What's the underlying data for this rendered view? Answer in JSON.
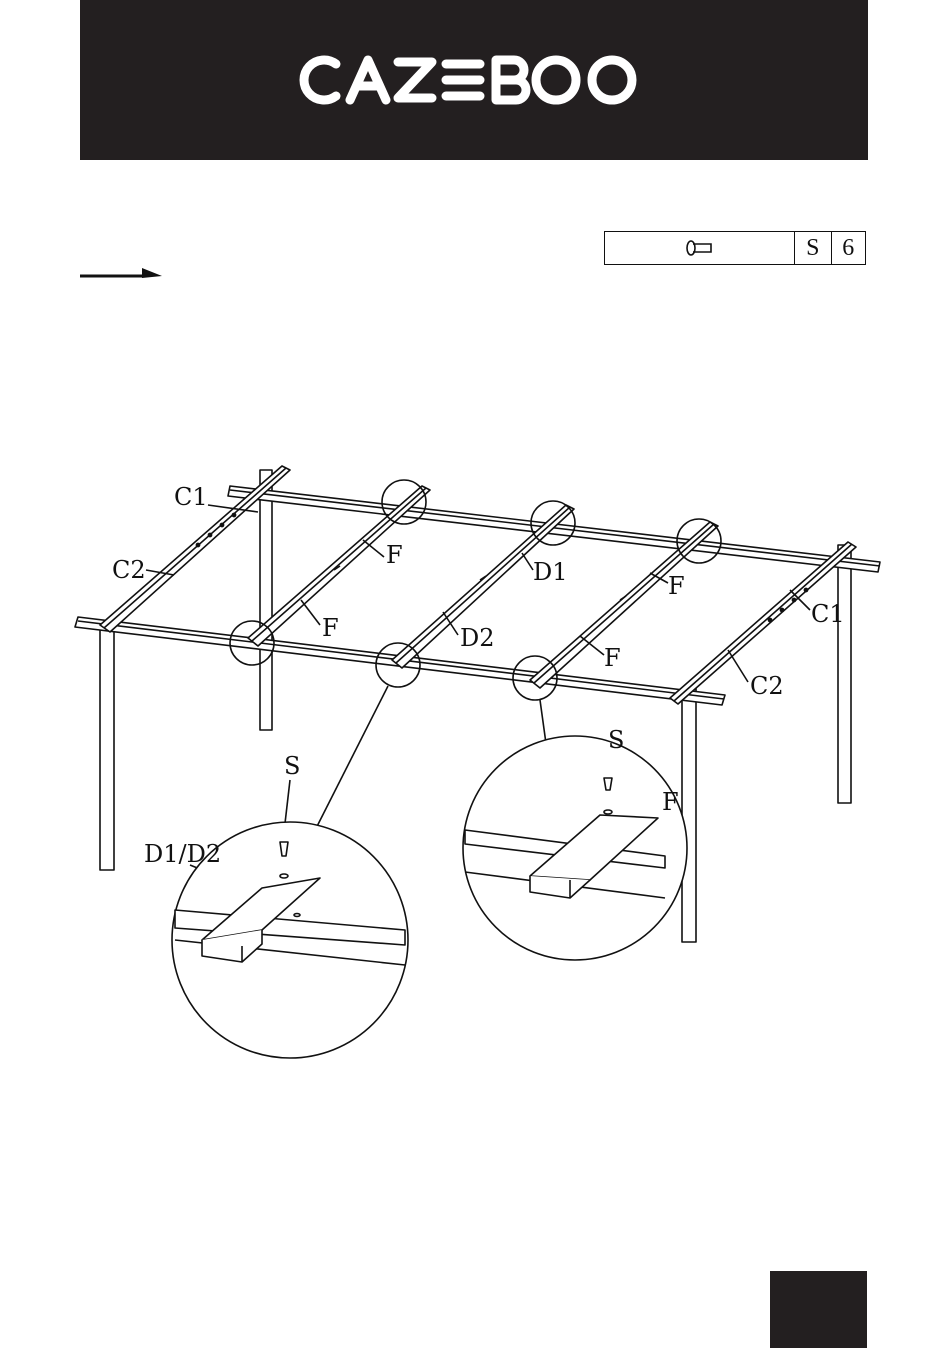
{
  "header": {
    "brand": "CAZEBOO",
    "background_color": "#231f20",
    "logo_color": "#ffffff"
  },
  "parts_table": {
    "icon": "screw-icon",
    "code": "S",
    "quantity": "6"
  },
  "direction_arrow": {
    "icon": "right-arrow-icon"
  },
  "labels": {
    "c1_left": "C1",
    "c2_left": "C2",
    "f_1": "F",
    "f_2": "F",
    "d1": "D1",
    "d2": "D2",
    "f_3": "F",
    "f_4": "F",
    "c1_right": "C1",
    "c2_right": "C2",
    "detail_left_s": "S",
    "detail_left_d": "D1/D2",
    "detail_right_s": "S",
    "detail_right_f": "F"
  },
  "footer": {
    "page_box_color": "#231f20"
  }
}
